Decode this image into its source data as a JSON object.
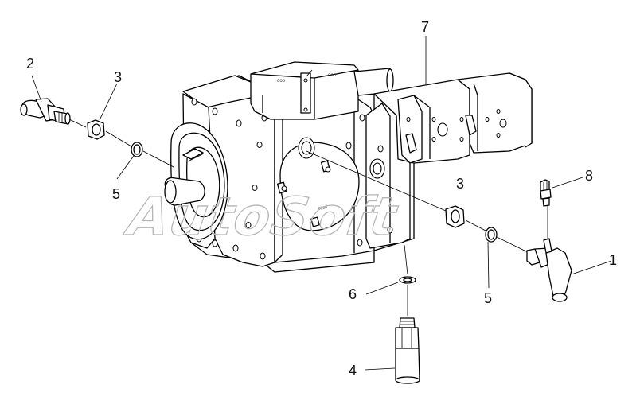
{
  "watermark": "AutoSoft",
  "callouts": [
    {
      "id": "callout-1",
      "text": "1"
    },
    {
      "id": "callout-2",
      "text": "2"
    },
    {
      "id": "callout-3a",
      "text": "3"
    },
    {
      "id": "callout-3b",
      "text": "3"
    },
    {
      "id": "callout-4",
      "text": "4"
    },
    {
      "id": "callout-5a",
      "text": "5"
    },
    {
      "id": "callout-5b",
      "text": "5"
    },
    {
      "id": "callout-6",
      "text": "6"
    },
    {
      "id": "callout-7",
      "text": "7"
    },
    {
      "id": "callout-8",
      "text": "8"
    }
  ],
  "colors": {
    "line": "#000000",
    "background": "#ffffff",
    "watermark": "#b5b5b5"
  }
}
